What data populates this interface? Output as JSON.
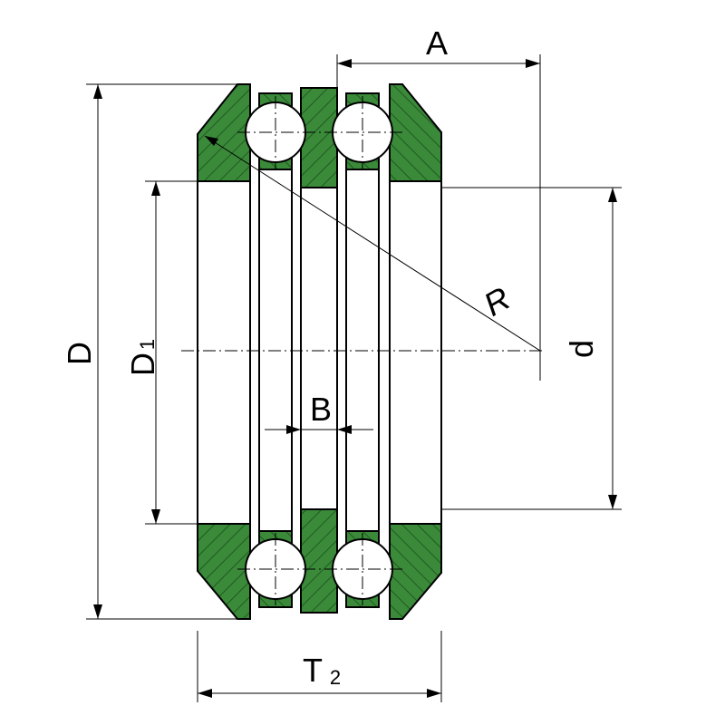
{
  "labels": {
    "A": "A",
    "B": "B",
    "D": "D",
    "D1_main": "D",
    "D1_sub": "1",
    "R": "R",
    "d": "d",
    "T2_main": "T",
    "T2_sub": "2"
  },
  "colors": {
    "section_fill": "#3a8a3a",
    "hatch": "#1f5a1f",
    "line": "#000000",
    "background": "#ffffff"
  }
}
